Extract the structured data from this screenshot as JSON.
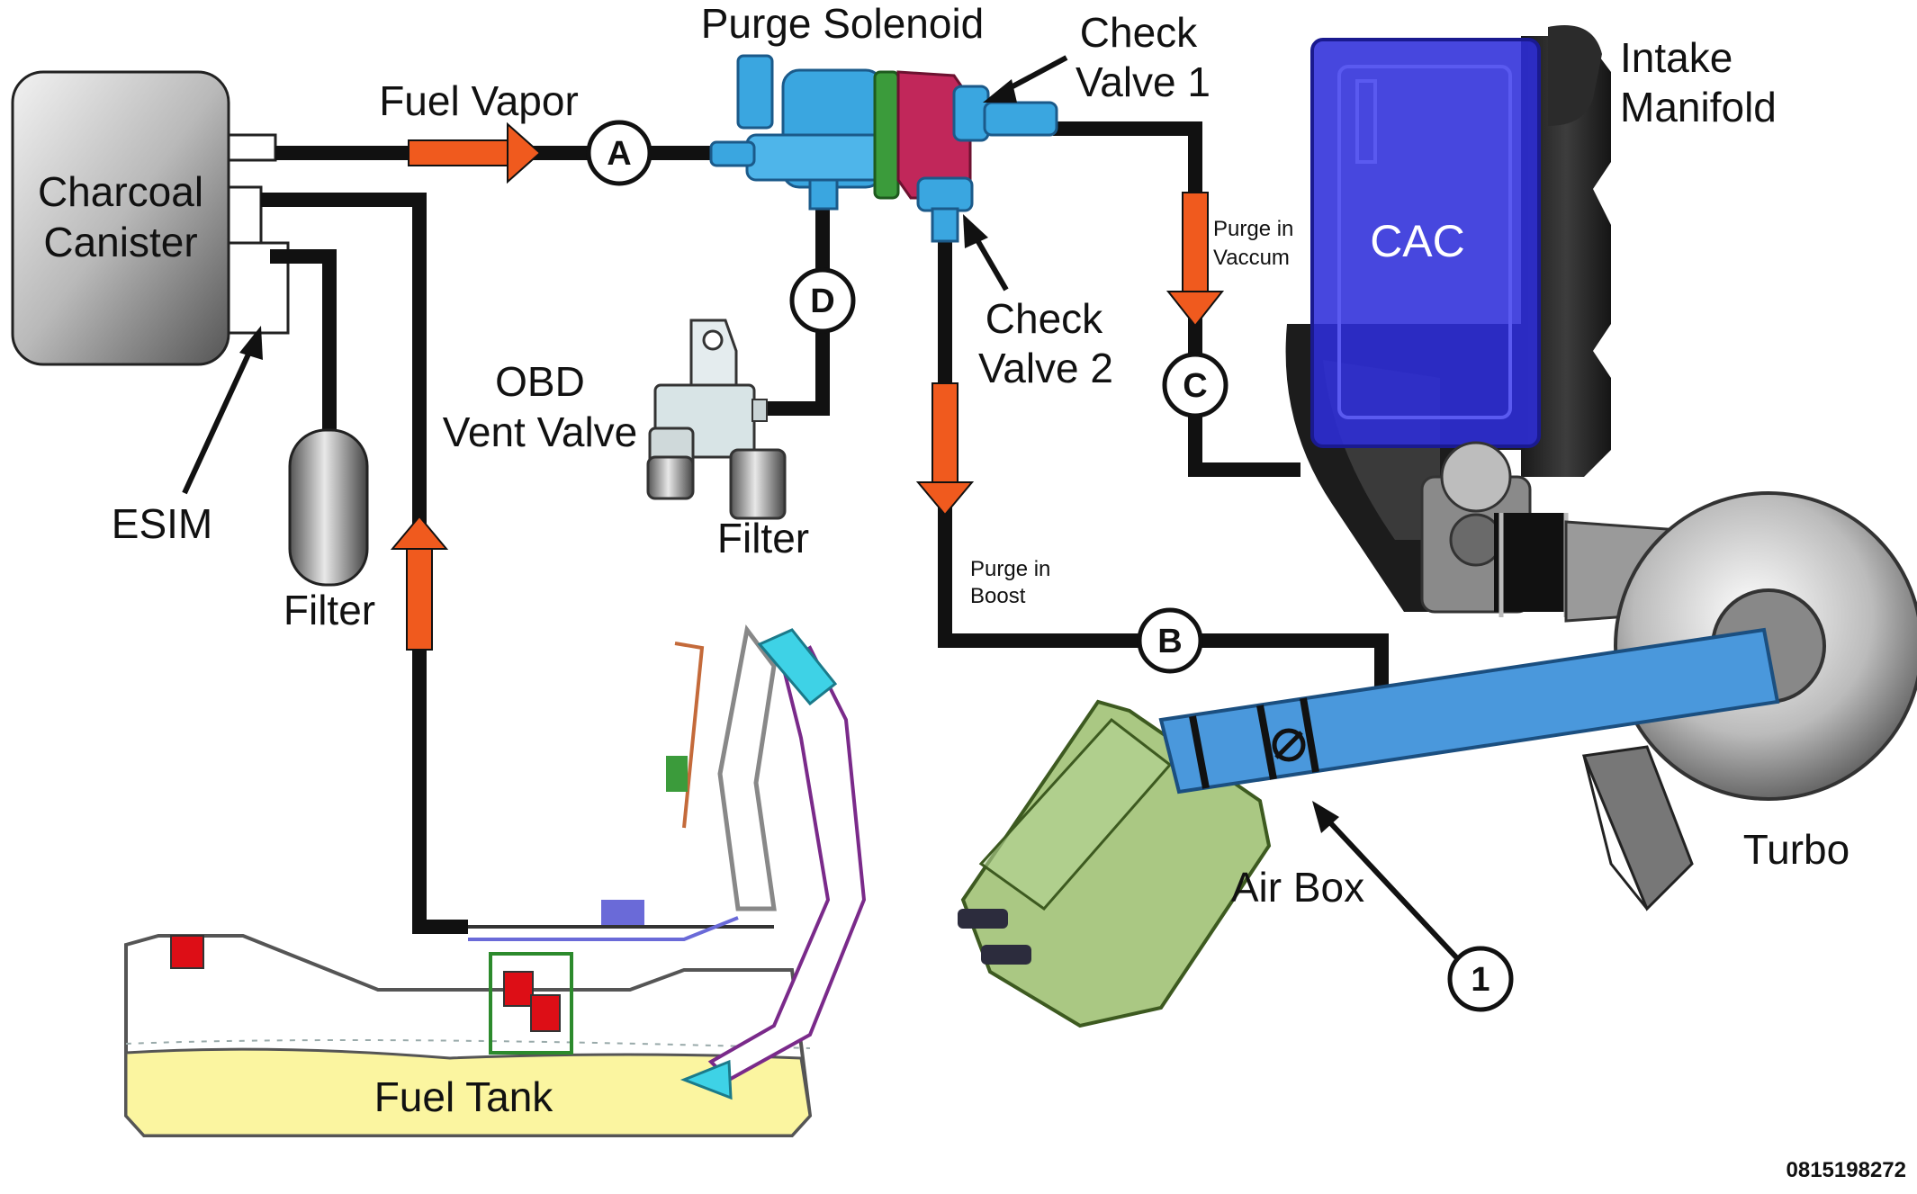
{
  "labels": {
    "charcoal_canister": [
      "Charcoal",
      "Canister"
    ],
    "fuel_vapor": "Fuel Vapor",
    "purge_solenoid": "Purge Solenoid",
    "check_valve_1": [
      "Check",
      "Valve 1"
    ],
    "check_valve_2": [
      "Check",
      "Valve 2"
    ],
    "intake_manifold": [
      "Intake",
      "Manifold"
    ],
    "cac": "CAC",
    "purge_in_vacuum": [
      "Purge in",
      "Vaccum"
    ],
    "purge_in_boost": [
      "Purge in",
      "Boost"
    ],
    "obd_vent_valve": [
      "OBD",
      "Vent Valve"
    ],
    "filter_obd": "Filter",
    "filter_esim": "Filter",
    "esim": "ESIM",
    "turbo": "Turbo",
    "air_box": "Air Box",
    "fuel_tank": "Fuel Tank",
    "doc_id": "0815198272"
  },
  "nodes": {
    "a": "A",
    "b": "B",
    "c": "C",
    "d": "D",
    "one": "1"
  },
  "colors": {
    "hose": "#111111",
    "flow_arrow": "#f05a1e",
    "solenoid": "#3aa6e0",
    "check_valve": "#c1275a",
    "cac": "#2d2dd9",
    "intake_pipe": "#4a98dc",
    "air_box": "#8db55a",
    "fuel": "#fbf5a0",
    "canister": "#b8b8b8"
  }
}
